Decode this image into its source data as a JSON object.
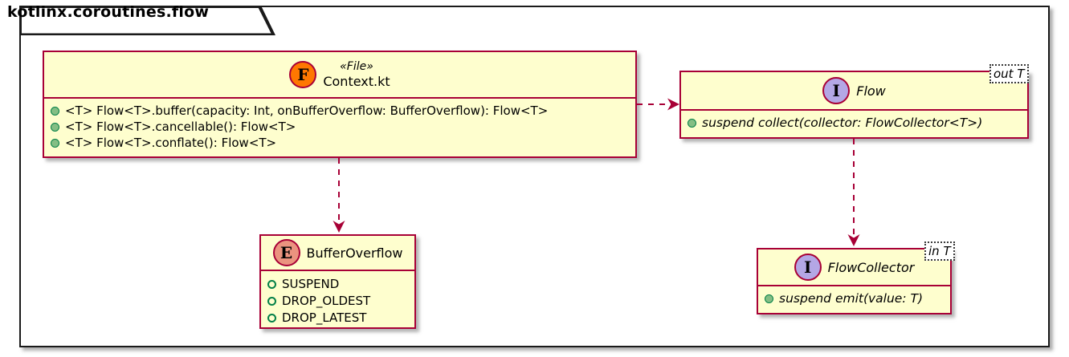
{
  "package": {
    "title": "kotlinx.coroutines.flow"
  },
  "colors": {
    "frame_border": "#1a1a1a",
    "node_fill": "#FEFECE",
    "node_border": "#A80036",
    "arrow": "#A80036",
    "file_spot_fill": "#FF7700",
    "interface_spot_fill": "#B4A7E5",
    "enum_spot_fill": "#EB937F",
    "method_dot_fill": "#84BE84",
    "member_icon_line": "#038048"
  },
  "nodes": {
    "file_node": {
      "spot": "F",
      "stereotype": "«File»",
      "title": "Context.kt",
      "members": [
        "<T> Flow<T>.buffer(capacity: Int, onBufferOverflow: BufferOverflow): Flow<T>",
        "<T> Flow<T>.cancellable(): Flow<T>",
        "<T> Flow<T>.conflate(): Flow<T>"
      ]
    },
    "flow_node": {
      "spot": "I",
      "title": "Flow",
      "generic": "out T",
      "members": [
        "suspend collect(collector: FlowCollector<T>)"
      ]
    },
    "enum_node": {
      "spot": "E",
      "title": "BufferOverflow",
      "members": [
        "SUSPEND",
        "DROP_OLDEST",
        "DROP_LATEST"
      ]
    },
    "collector_node": {
      "spot": "I",
      "title": "FlowCollector",
      "generic": "in T",
      "members": [
        "suspend emit(value: T)"
      ]
    }
  },
  "edges": [
    {
      "from": "Context.kt",
      "to": "Flow",
      "style": "dashed-dependency"
    },
    {
      "from": "Context.kt",
      "to": "BufferOverflow",
      "style": "dashed-dependency"
    },
    {
      "from": "Flow",
      "to": "FlowCollector",
      "style": "dashed-dependency"
    }
  ]
}
